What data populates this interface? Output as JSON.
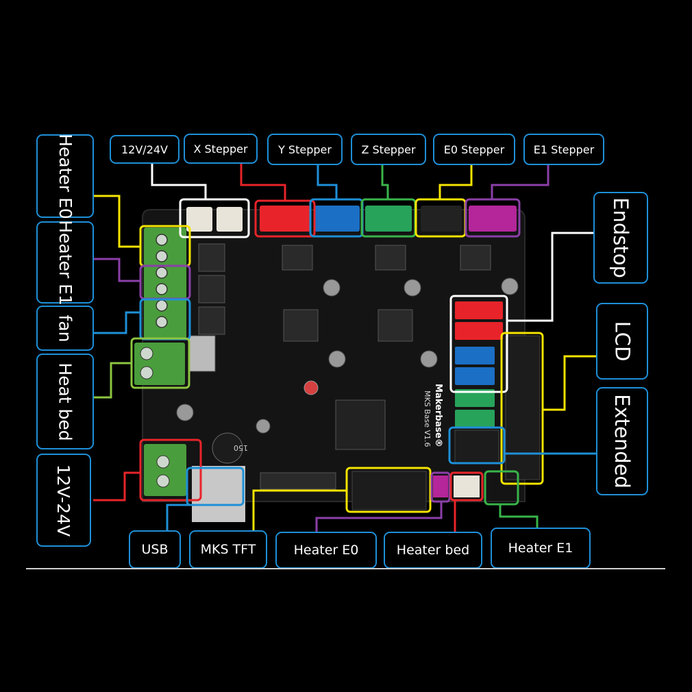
{
  "diagram": {
    "labels": {
      "top_power": "12V/24V",
      "x_stepper": "X Stepper",
      "y_stepper": "Y Stepper",
      "z_stepper": "Z Stepper",
      "e0_stepper": "E0 Stepper",
      "e1_stepper": "E1 Stepper",
      "left_heater_e0": "Heater E0",
      "left_heater_e1": "Heater E1",
      "left_fan": "fan",
      "left_heat_bed": "Heat bed",
      "left_power": "12V-24V",
      "right_endstop": "Endstop",
      "right_lcd": "LCD",
      "right_extended": "Extended",
      "bottom_usb": "USB",
      "bottom_mks_tft": "MKS TFT",
      "bottom_heater_e0": "Heater E0",
      "bottom_heater_bed": "Heater bed",
      "bottom_heater_e1": "Heater E1"
    },
    "board_text": {
      "model": "MKS Base V1.6",
      "brand": "Makerbase®",
      "inductor": "150"
    },
    "colors": {
      "label_border": "#1e90d8",
      "board": "#141414",
      "white": "#ffffff",
      "red": "#e8242a",
      "blue": "#1e90d8",
      "green": "#39b54a",
      "yellow": "#f5e400",
      "purple": "#8b3fa8",
      "light_green": "#8dc63f"
    }
  }
}
